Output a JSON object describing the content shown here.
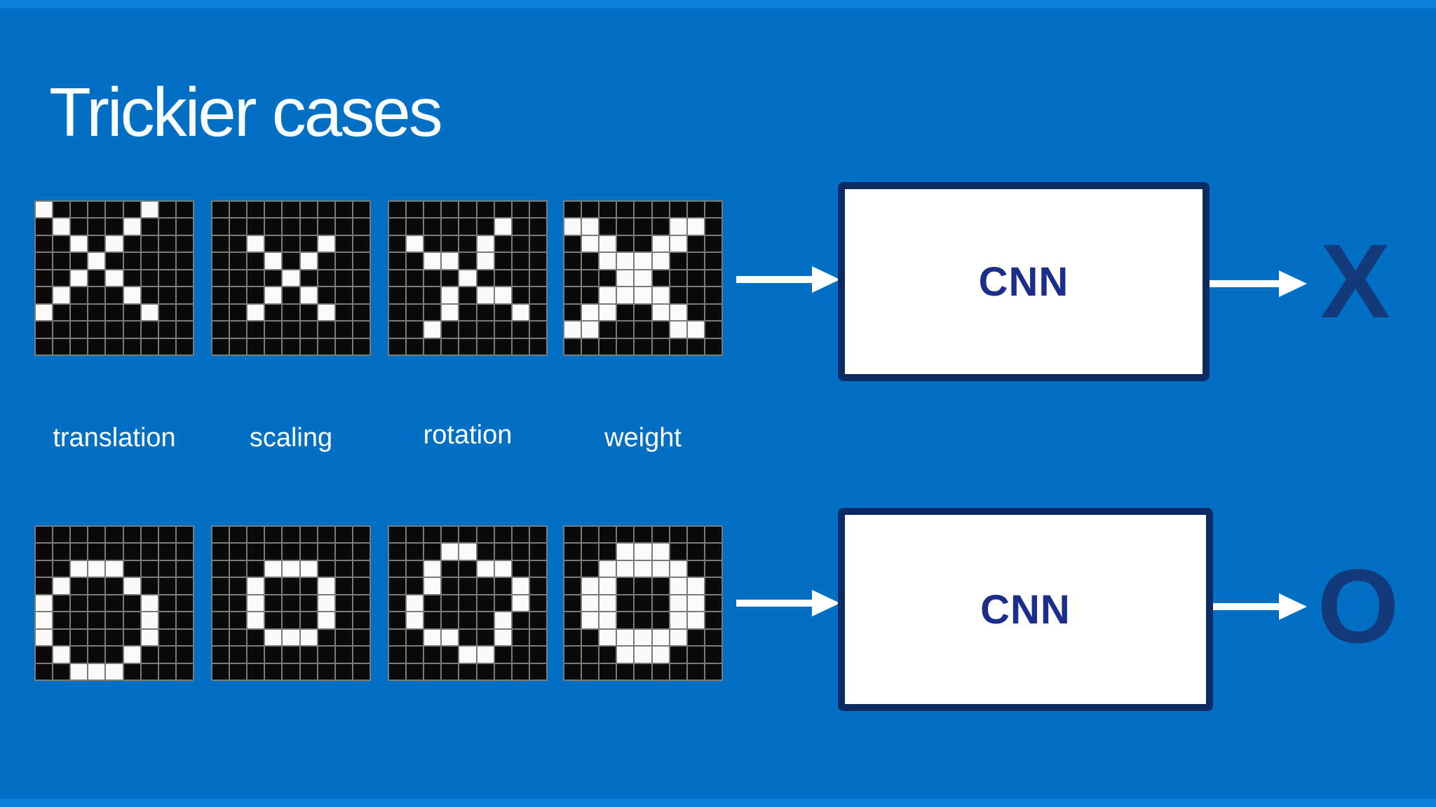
{
  "slide": {
    "title": "Trickier cases"
  },
  "colors": {
    "bg": "#0170c4",
    "edge-strip": "#0c7fd9",
    "title-text": "#fafdff",
    "label-text": "#ffffff",
    "grid-line": "#7a7a7a",
    "cell-off": "#0a0a0a",
    "cell-on": "#fafafa",
    "box-fill": "#ffffff",
    "box-border": "#0d2b63",
    "cnn-text": "#1c2e8c",
    "arrow": "#ffffff",
    "output-letter": "#133a7a"
  },
  "variation_labels": [
    "translation",
    "scaling",
    "rotation",
    "weight"
  ],
  "rows": [
    {
      "name": "x-examples",
      "cnn_label": "CNN",
      "output_letter": "X",
      "grids": [
        {
          "variation": "translation",
          "pattern": [
            "100000100",
            "010001000",
            "001010000",
            "000100000",
            "001010000",
            "010001000",
            "100000100",
            "000000000",
            "000000000"
          ]
        },
        {
          "variation": "scaling",
          "pattern": [
            "000000000",
            "000000000",
            "001000100",
            "000101000",
            "000010000",
            "000101000",
            "001000100",
            "000000000",
            "000000000"
          ]
        },
        {
          "variation": "rotation",
          "pattern": [
            "000000000",
            "000000100",
            "010001000",
            "001101000",
            "000010000",
            "000101100",
            "000100010",
            "001000000",
            "000000000"
          ]
        },
        {
          "variation": "weight",
          "pattern": [
            "000000000",
            "110000110",
            "011001100",
            "001111000",
            "000110000",
            "001111000",
            "011001100",
            "110000110",
            "000000000"
          ]
        }
      ]
    },
    {
      "name": "o-examples",
      "cnn_label": "CNN",
      "output_letter": "O",
      "grids": [
        {
          "variation": "translation",
          "pattern": [
            "000000000",
            "000000000",
            "001110000",
            "010001000",
            "100000100",
            "100000100",
            "100000100",
            "010001000",
            "001110000"
          ]
        },
        {
          "variation": "scaling",
          "pattern": [
            "000000000",
            "000000000",
            "000111000",
            "001000100",
            "001000100",
            "001000100",
            "000111000",
            "000000000",
            "000000000"
          ]
        },
        {
          "variation": "rotation",
          "pattern": [
            "000000000",
            "000110000",
            "001001100",
            "001000010",
            "010000010",
            "010000100",
            "001100100",
            "000011000",
            "000000000"
          ]
        },
        {
          "variation": "weight",
          "pattern": [
            "000000000",
            "000111000",
            "001111100",
            "011000110",
            "011000110",
            "011000110",
            "001111100",
            "000111000",
            "000000000"
          ]
        }
      ]
    }
  ]
}
